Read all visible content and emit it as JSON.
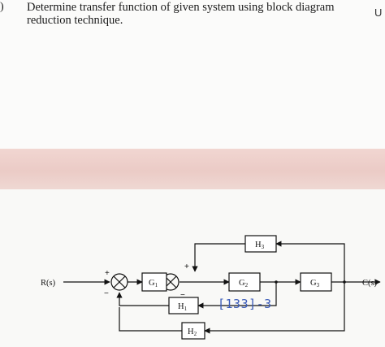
{
  "question": {
    "number": ")",
    "text": "Determine transfer function of given system using block diagram reduction technique.",
    "edge_marker": "U"
  },
  "diagram": {
    "input_label": "R(s)",
    "output_label": "C(s)",
    "blocks": {
      "g1": {
        "main": "G",
        "sub": "1"
      },
      "g2": {
        "main": "G",
        "sub": "2"
      },
      "g3": {
        "main": "G",
        "sub": "3"
      },
      "h1": {
        "main": "H",
        "sub": "1"
      },
      "h2": {
        "main": "H",
        "sub": "2"
      },
      "h3": {
        "main": "H",
        "sub": "3"
      }
    },
    "signs": {
      "sum1_plus": "+",
      "sum1_minus": "−",
      "sum2_plus_top": "+",
      "sum2_minus_bottom": "−"
    },
    "stamp": "[133]-3"
  },
  "colors": {
    "band": "#ebcbc6",
    "ink": "#1a1a1a",
    "stamp": "#3a5bb8"
  }
}
